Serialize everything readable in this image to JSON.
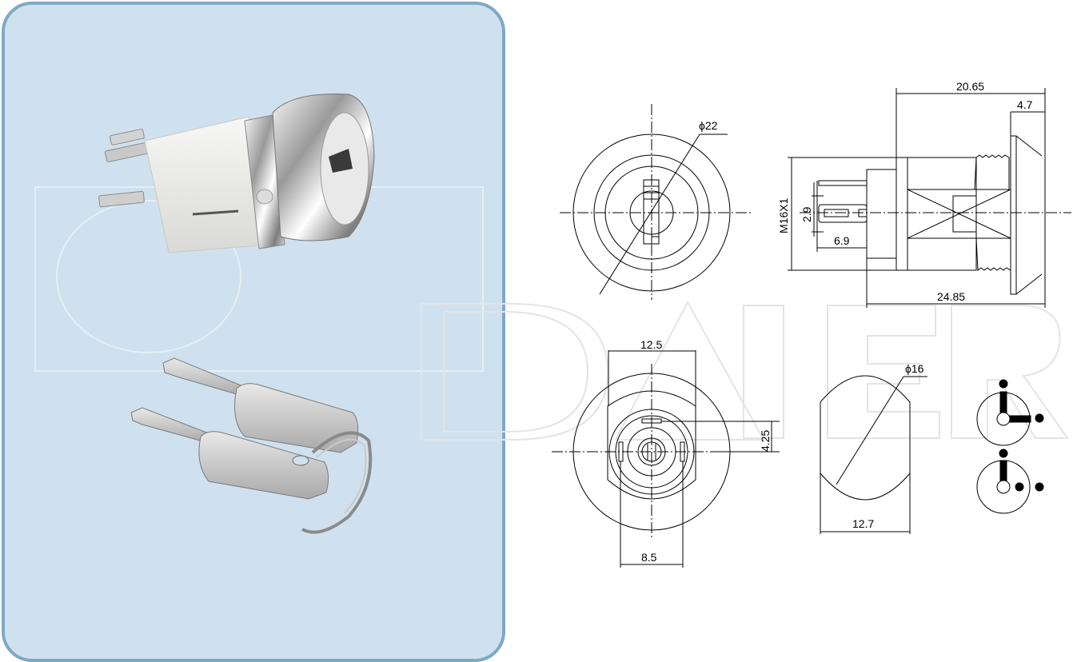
{
  "brand": {
    "watermark_text": "DAIER",
    "panel_fill": "#cfe1ee",
    "panel_border": "#7ea9c5"
  },
  "photo": {
    "subject": "key switch lock with two keys on ring",
    "items": [
      "key-switch-body",
      "key-pair-with-ring"
    ]
  },
  "drawings": {
    "front_view": {
      "diameter_label": "ϕ22"
    },
    "side_view": {
      "overall_top_label": "20.65",
      "bezel_label": "4.7",
      "thread_label": "M16X1",
      "terminal_gap_label": "2.9",
      "terminal_length_label": "6.9",
      "overall_bottom_label": "24.85"
    },
    "rear_view": {
      "width_label": "12.5",
      "offset_label": "4.25",
      "pin_spacing_label": "8.5"
    },
    "panel_cutout": {
      "diameter_label": "ϕ16",
      "flat_width_label": "12.7"
    },
    "switch_positions": {
      "count": 2,
      "states": [
        "position-1-two-poles-connected",
        "position-2-one-pole-connected"
      ]
    }
  }
}
